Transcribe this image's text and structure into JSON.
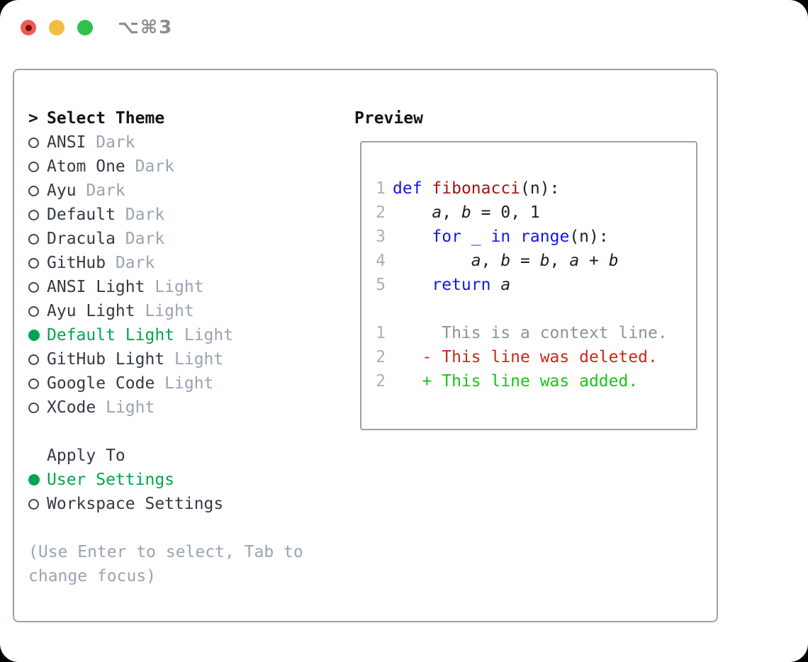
{
  "window": {
    "shortcut_label": "⌥⌘3"
  },
  "colors": {
    "traffic_red": "#f05c52",
    "traffic_red_dot": "#6e100c",
    "traffic_yellow": "#f2bc40",
    "traffic_green": "#2fc24a",
    "shortcut_gray": "#8b8b90",
    "panel_border": "#9aa2ae",
    "heading_text": "#111419",
    "item_text": "#343a44",
    "muted_gray": "#9aa3b1",
    "selection_green": "#00a550",
    "radio_ring": "#3f4650",
    "code_plain": "#1b1e24",
    "line_number": "#a8b0bd",
    "keyword_blue": "#1414f0",
    "function_red": "#a31414",
    "diff_context_gray": "#8c929c",
    "diff_deleted_red": "#c9281c",
    "diff_added_green": "#17c417"
  },
  "picker": {
    "cursor": ">",
    "title": "Select Theme",
    "themes": [
      {
        "name": "ANSI",
        "variant": "Dark",
        "selected": false
      },
      {
        "name": "Atom One",
        "variant": "Dark",
        "selected": false
      },
      {
        "name": "Ayu",
        "variant": "Dark",
        "selected": false
      },
      {
        "name": "Default",
        "variant": "Dark",
        "selected": false
      },
      {
        "name": "Dracula",
        "variant": "Dark",
        "selected": false
      },
      {
        "name": "GitHub",
        "variant": "Dark",
        "selected": false
      },
      {
        "name": "ANSI Light",
        "variant": "Light",
        "selected": false
      },
      {
        "name": "Ayu Light",
        "variant": "Light",
        "selected": false
      },
      {
        "name": "Default Light",
        "variant": "Light",
        "selected": true
      },
      {
        "name": "GitHub Light",
        "variant": "Light",
        "selected": false
      },
      {
        "name": "Google Code",
        "variant": "Light",
        "selected": false
      },
      {
        "name": "XCode",
        "variant": "Light",
        "selected": false
      }
    ],
    "apply_to_title": "Apply To",
    "apply_options": [
      {
        "label": "User Settings",
        "selected": true
      },
      {
        "label": "Workspace Settings",
        "selected": false
      }
    ],
    "help_text": "(Use Enter to select, Tab to change focus)"
  },
  "preview": {
    "title": "Preview",
    "lines": [
      {
        "num": "1",
        "tokens": [
          [
            "k",
            "def"
          ],
          [
            "p",
            " "
          ],
          [
            "f",
            "fibonacci"
          ],
          [
            "p",
            "(n):"
          ]
        ]
      },
      {
        "num": "2",
        "tokens": [
          [
            "p",
            "    "
          ],
          [
            "v",
            "a"
          ],
          [
            "p",
            ", "
          ],
          [
            "v",
            "b"
          ],
          [
            "p",
            " = 0, 1"
          ]
        ]
      },
      {
        "num": "3",
        "tokens": [
          [
            "p",
            "    "
          ],
          [
            "k",
            "for"
          ],
          [
            "p",
            " "
          ],
          [
            "k",
            "_"
          ],
          [
            "p",
            " "
          ],
          [
            "k",
            "in"
          ],
          [
            "p",
            " "
          ],
          [
            "k",
            "range"
          ],
          [
            "p",
            "(n):"
          ]
        ]
      },
      {
        "num": "4",
        "tokens": [
          [
            "p",
            "        "
          ],
          [
            "v",
            "a"
          ],
          [
            "p",
            ", "
          ],
          [
            "v",
            "b"
          ],
          [
            "p",
            " = "
          ],
          [
            "v",
            "b"
          ],
          [
            "p",
            ", "
          ],
          [
            "v",
            "a"
          ],
          [
            "p",
            " + "
          ],
          [
            "v",
            "b"
          ]
        ]
      },
      {
        "num": "5",
        "tokens": [
          [
            "p",
            "    "
          ],
          [
            "k",
            "return"
          ],
          [
            "p",
            " "
          ],
          [
            "v",
            "a"
          ]
        ]
      },
      {
        "num": "",
        "tokens": []
      },
      {
        "num": "1",
        "tokens": [
          [
            "ctx",
            "     This is a context line."
          ]
        ]
      },
      {
        "num": "2",
        "tokens": [
          [
            "p",
            "   "
          ],
          [
            "del",
            "- This line was deleted."
          ]
        ]
      },
      {
        "num": "2",
        "tokens": [
          [
            "p",
            "   "
          ],
          [
            "add",
            "+ This line was added."
          ]
        ]
      }
    ]
  }
}
